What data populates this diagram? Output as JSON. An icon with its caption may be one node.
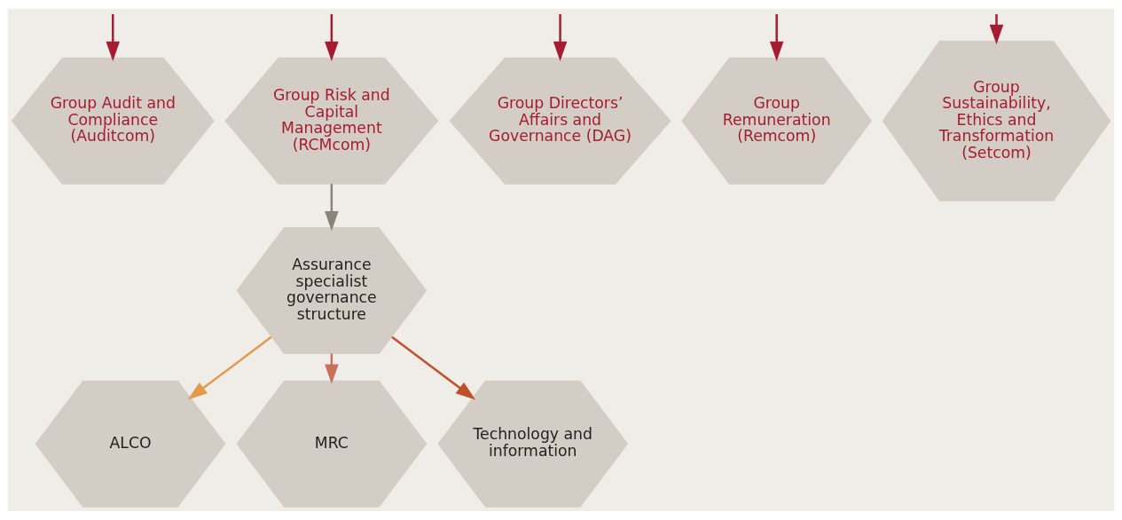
{
  "diagram": {
    "nodes": [
      {
        "text": [
          "Group Audit and Compliance (Auditcom)"
        ]
      },
      {
        "text": [
          "Group Risk and Capital Management (RCMcom)"
        ]
      },
      {
        "text": [
          "Group Directors’ Affairs and Governance (DAG)"
        ]
      },
      {
        "text": [
          "Group Remuneration (Remcom)"
        ]
      },
      {
        "text": [
          "Group Sustainability, Ethics and Transformation (Setcom)"
        ]
      },
      {
        "text": [
          "Assurance specialist governance structure"
        ]
      },
      {
        "text": [
          "ALCO"
        ]
      },
      {
        "text": [
          "MRC"
        ]
      },
      {
        "text": [
          "Technology and information"
        ]
      }
    ],
    "edges": [
      {
        "from": null,
        "to": 0,
        "arrow": "to"
      },
      {
        "from": null,
        "to": 1,
        "arrow": "to"
      },
      {
        "from": null,
        "to": 2,
        "arrow": "to"
      },
      {
        "from": null,
        "to": 3,
        "arrow": "to"
      },
      {
        "from": null,
        "to": 4,
        "arrow": "to"
      },
      {
        "from": 1,
        "to": 5,
        "arrow": "to",
        "color": "#8c8279"
      },
      {
        "from": 5,
        "to": 6,
        "arrow": "to",
        "color": "#e39a4a"
      },
      {
        "from": 5,
        "to": 7,
        "arrow": "to",
        "color": "#c9705a"
      },
      {
        "from": 5,
        "to": 8,
        "arrow": "to",
        "color": "#c0502a"
      }
    ]
  }
}
